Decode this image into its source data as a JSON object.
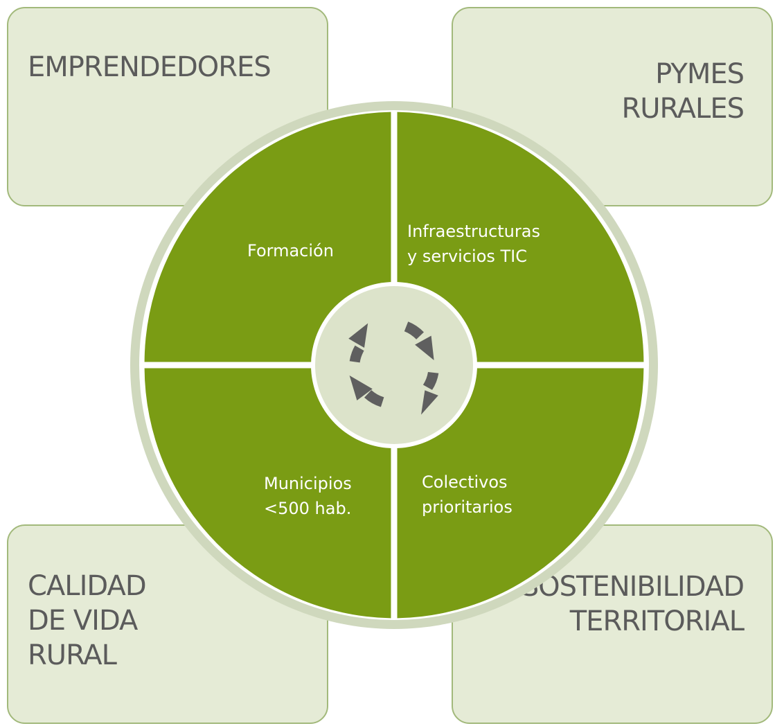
{
  "corners": {
    "top_left": "EMPRENDEDORES",
    "top_right": "PYMES\nRURALES",
    "bottom_left": "CALIDAD\nDE VIDA\nRURAL",
    "bottom_right": "SOSTENIBILIDAD\nTERRITORIAL"
  },
  "quadrants": {
    "top_left": "Formación",
    "top_right": "Infraestructuras\ny servicios TIC",
    "bottom_left": "Municipios\n<500 hab.",
    "bottom_right": "Colectivos\nprioritarios"
  },
  "center_icon": "cycle-arrows-icon",
  "colors": {
    "corner_fill": "#e5ebd6",
    "corner_border": "#a2b97b",
    "ring": "#cfd8bd",
    "quadrant_fill": "#7a9c14",
    "hub": "#dce3ca",
    "arrows": "#5f5f5f",
    "text_dark": "#5b5b5b"
  }
}
